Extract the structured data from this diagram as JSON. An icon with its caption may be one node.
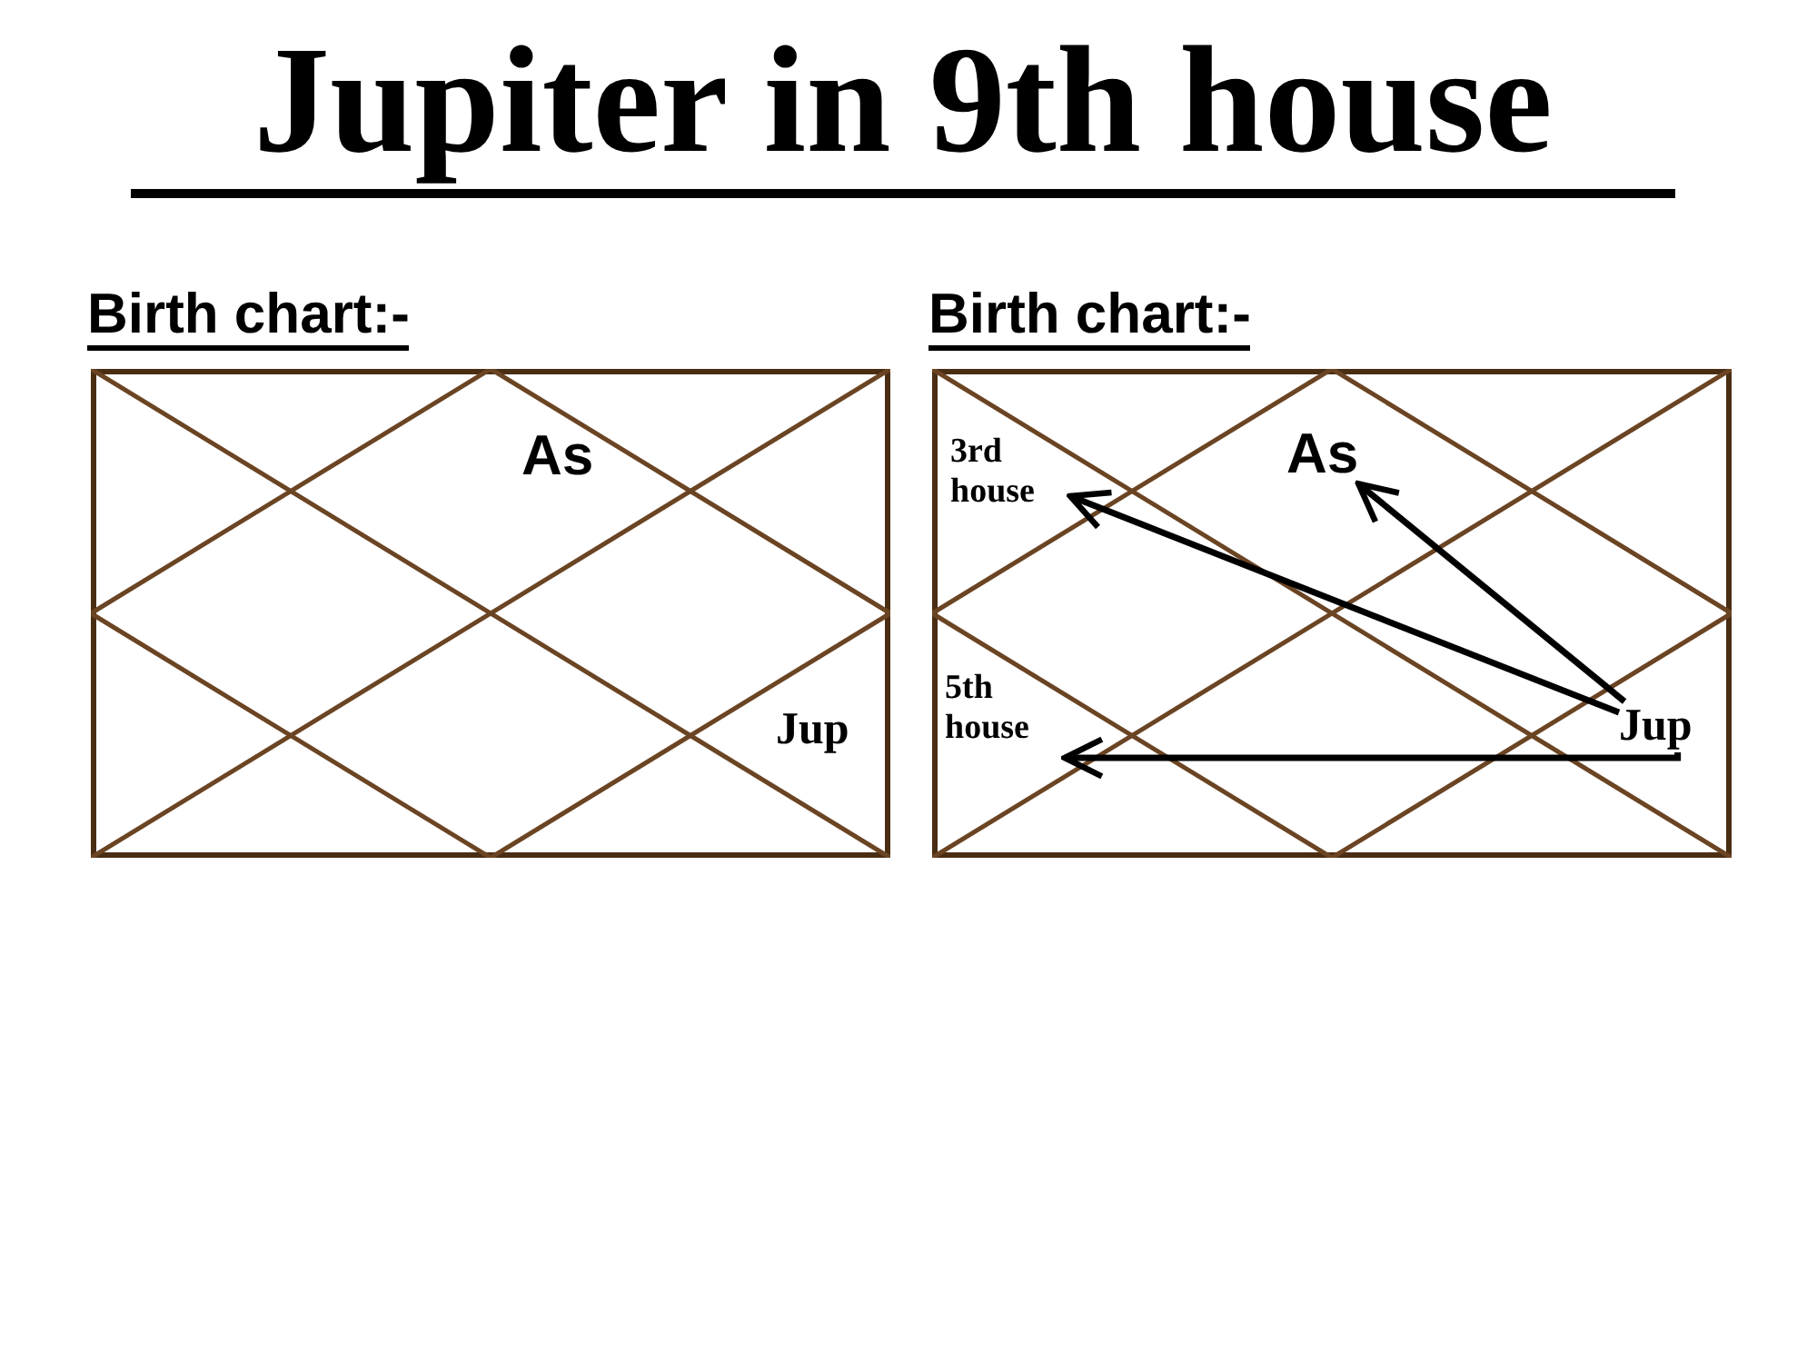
{
  "diagram": {
    "title": "Jupiter in 9th house",
    "nodes": [
      {
        "text": [
          "Birth chart:-"
        ]
      },
      {
        "text": [
          "As"
        ],
        "in": 0
      },
      {
        "text": [
          "Jup"
        ],
        "in": 0
      },
      {
        "text": [
          "Birth chart:-"
        ]
      },
      {
        "text": [
          "3rd house"
        ],
        "in": 3
      },
      {
        "text": [
          "As"
        ],
        "in": 3
      },
      {
        "text": [
          "5th house"
        ],
        "in": 3
      },
      {
        "text": [
          "Jup"
        ],
        "in": 3
      }
    ],
    "edges": [
      {
        "from": 7,
        "to": 4,
        "arrow": "to"
      },
      {
        "from": 7,
        "to": 5,
        "arrow": "to"
      },
      {
        "from": 7,
        "to": 6,
        "arrow": "to"
      }
    ]
  }
}
